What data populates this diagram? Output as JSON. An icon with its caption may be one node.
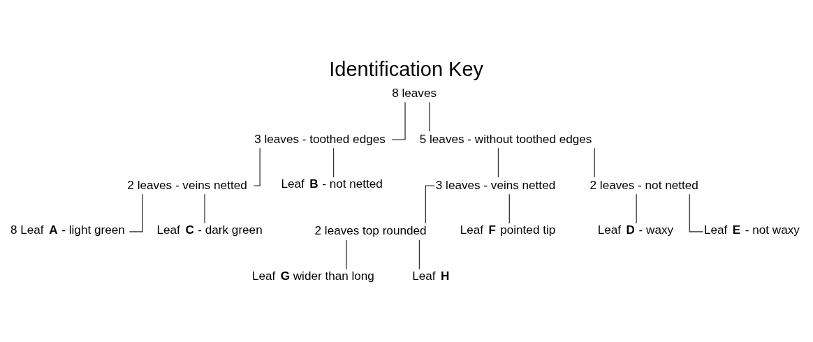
{
  "diagram": {
    "title": "Identification Key",
    "nodes": [
      {
        "text": [
          "8 leaves"
        ]
      },
      {
        "text": [
          "3 leaves - toothed edges"
        ]
      },
      {
        "text": [
          "5 leaves - without toothed edges"
        ]
      },
      {
        "text": [
          "2 leaves - veins netted"
        ]
      },
      {
        "text": [
          "Leaf **B** - not netted"
        ]
      },
      {
        "text": [
          "3 leaves - veins netted"
        ]
      },
      {
        "text": [
          "2 leaves - not netted"
        ]
      },
      {
        "text": [
          "8 Leaf **A** - light green"
        ]
      },
      {
        "text": [
          "Leaf **C** - dark green"
        ]
      },
      {
        "text": [
          "Leaf **D** - waxy"
        ]
      },
      {
        "text": [
          "Leaf **E** - not waxy"
        ]
      },
      {
        "text": [
          "2 leaves top rounded"
        ]
      },
      {
        "text": [
          "Leaf **F** pointed tip"
        ]
      },
      {
        "text": [
          "Leaf **G** wider than long"
        ]
      },
      {
        "text": [
          "Leaf **H**"
        ]
      }
    ],
    "edges": [
      {
        "from": 0,
        "to": 1,
        "arrow": "none"
      },
      {
        "from": 0,
        "to": 2,
        "arrow": "none"
      },
      {
        "from": 1,
        "to": 3,
        "arrow": "none"
      },
      {
        "from": 1,
        "to": 4,
        "arrow": "none"
      },
      {
        "from": 2,
        "to": 5,
        "arrow": "none"
      },
      {
        "from": 2,
        "to": 6,
        "arrow": "none"
      },
      {
        "from": 3,
        "to": 7,
        "arrow": "none"
      },
      {
        "from": 3,
        "to": 8,
        "arrow": "none"
      },
      {
        "from": 6,
        "to": 9,
        "arrow": "none"
      },
      {
        "from": 6,
        "to": 10,
        "arrow": "none"
      },
      {
        "from": 5,
        "to": 11,
        "arrow": "none"
      },
      {
        "from": 5,
        "to": 12,
        "arrow": "none"
      },
      {
        "from": 11,
        "to": 13,
        "arrow": "none"
      },
      {
        "from": 11,
        "to": 14,
        "arrow": "none"
      }
    ]
  }
}
